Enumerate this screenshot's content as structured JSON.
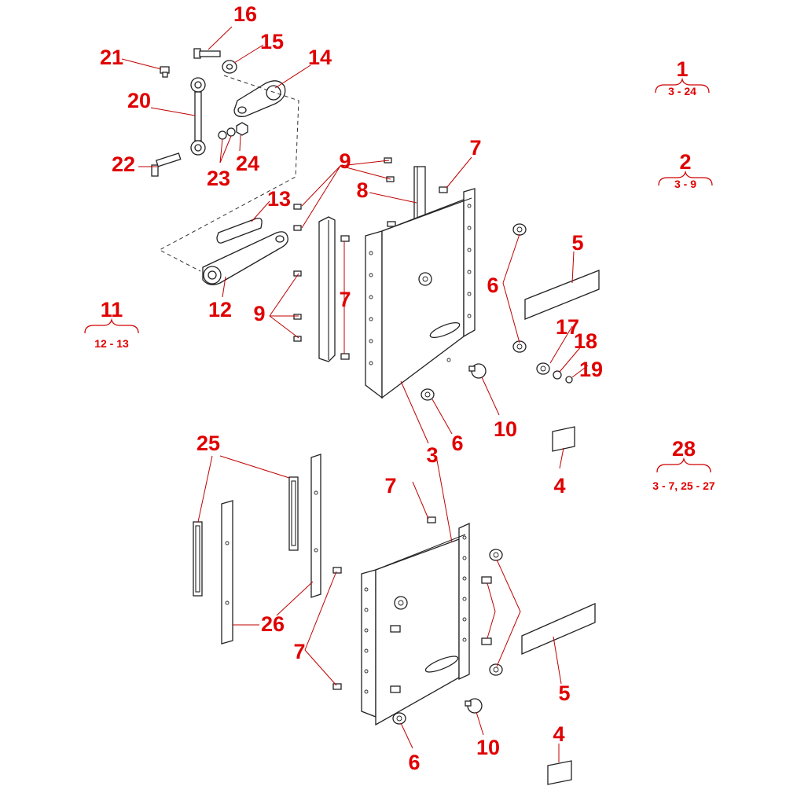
{
  "callouts": {
    "c1": "1",
    "c2": "2",
    "c3a": "3",
    "c4a": "4",
    "c4b": "4",
    "c5a": "5",
    "c5b": "5",
    "c6a": "6",
    "c6b": "6",
    "c6c": "6",
    "c7a": "7",
    "c7b": "7",
    "c7c": "7",
    "c7d": "7",
    "c8": "8",
    "c9a": "9",
    "c9b": "9",
    "c10a": "10",
    "c10b": "10",
    "c11": "11",
    "c12": "12",
    "c13": "13",
    "c14": "14",
    "c15": "15",
    "c16": "16",
    "c17": "17",
    "c18": "18",
    "c19": "19",
    "c20": "20",
    "c21": "21",
    "c22": "22",
    "c23": "23",
    "c24": "24",
    "c25": "25",
    "c26": "26",
    "c28": "28"
  },
  "groups": {
    "g1": {
      "number": "1",
      "range": "3 - 24"
    },
    "g2": {
      "number": "2",
      "range": "3 - 9"
    },
    "g11": {
      "number": "11",
      "range": "12 - 13"
    },
    "g28": {
      "number": "28",
      "range": "3 - 7, 25 - 27"
    }
  }
}
